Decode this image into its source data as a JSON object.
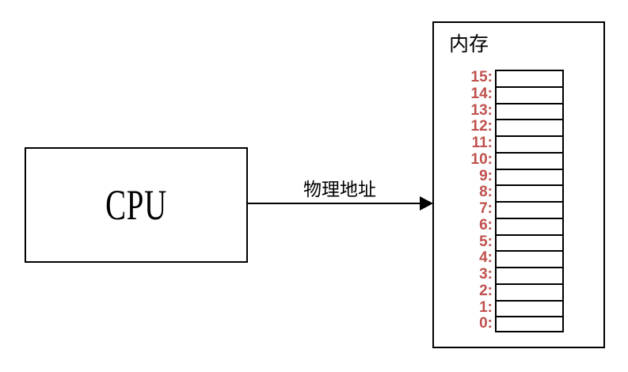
{
  "diagram": {
    "cpu": {
      "label": "CPU"
    },
    "bus": {
      "label": "物理地址"
    },
    "memory": {
      "title": "内存",
      "cell_count": 16,
      "address_labels": [
        "15:",
        "14:",
        "13:",
        "12:",
        "11:",
        "10:",
        "9:",
        "8:",
        "7:",
        "6:",
        "5:",
        "4:",
        "3:",
        "2:",
        "1:",
        "0:"
      ],
      "cell_values": [
        "",
        "",
        "",
        "",
        "",
        "",
        "",
        "",
        "",
        "",
        "",
        "",
        "",
        "",
        "",
        ""
      ]
    },
    "colors": {
      "address_text": "#C0504D",
      "outline": "#000000",
      "background": "#FFFFFF"
    }
  }
}
